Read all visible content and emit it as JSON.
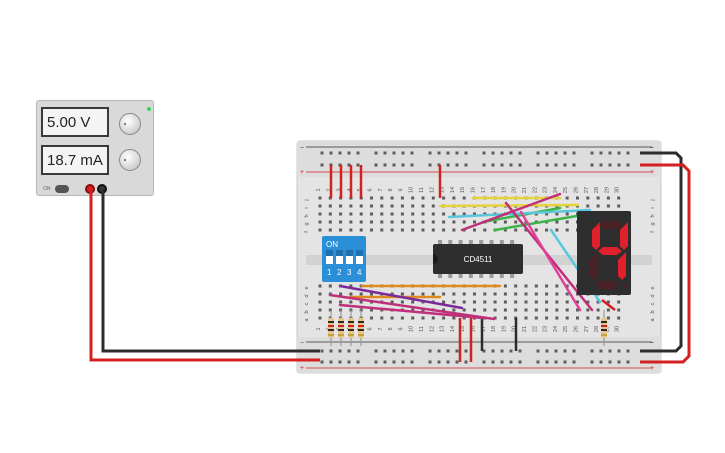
{
  "power_supply": {
    "voltage_display": "5.00 V",
    "current_display": "18.7 mA",
    "on_label": "ON"
  },
  "breadboard": {
    "column_numbers": [
      "1",
      "2",
      "3",
      "4",
      "5",
      "6",
      "7",
      "8",
      "9",
      "10",
      "11",
      "12",
      "13",
      "14",
      "15",
      "16",
      "17",
      "18",
      "19",
      "20",
      "21",
      "22",
      "23",
      "24",
      "25",
      "26",
      "27",
      "28",
      "29",
      "30"
    ],
    "upper_row_letters": [
      "f",
      "g",
      "h",
      "i",
      "j"
    ],
    "lower_row_letters": [
      "a",
      "b",
      "c",
      "d",
      "e"
    ],
    "rail_plus": "+",
    "rail_minus": "−"
  },
  "dip_switch": {
    "on_label": "ON",
    "switch_numbers": [
      "1",
      "2",
      "3",
      "4"
    ]
  },
  "ic_chip": {
    "label": "CD4511"
  },
  "seven_segment": {
    "digit_shown": "4"
  },
  "colors": {
    "wire_red": "#d42020",
    "wire_black": "#2c2c2c",
    "wire_orange": "#e08a1e",
    "wire_magenta": "#c0307a",
    "wire_purple": "#7a2a9a",
    "wire_yellow": "#e6d23a",
    "wire_green": "#3cb44a",
    "wire_cyan": "#5ac8dc",
    "wire_pink": "#e0409a",
    "dip_blue": "#2a8fd6",
    "segment_on": "#e0202a",
    "breadboard": "#e4e4e4"
  }
}
